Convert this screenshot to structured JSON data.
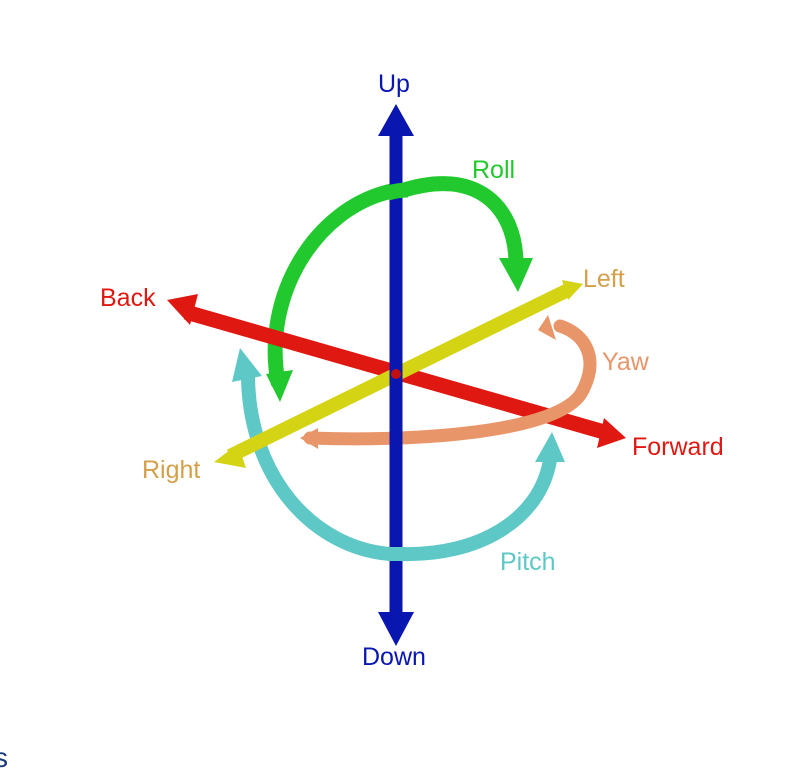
{
  "labels": {
    "up": "Up",
    "down": "Down",
    "back": "Back",
    "forward": "Forward",
    "left": "Left",
    "right": "Right",
    "roll": "Roll",
    "yaw": "Yaw",
    "pitch": "Pitch"
  },
  "colors": {
    "vertical_axis": "#0a16b0",
    "longitudinal_axis": "#e01812",
    "lateral_axis": "#d4d414",
    "roll": "#22c92e",
    "yaw": "#e8956a",
    "pitch": "#5ec8c6",
    "right_label": "#d4a04a",
    "left_label": "#d4a04a",
    "partial_text": "#1a3a7a"
  },
  "icons": {
    "up_arrow": "arrowhead-up-icon",
    "down_arrow": "arrowhead-down-icon",
    "back_arrow": "arrowhead-back-icon",
    "forward_arrow": "arrowhead-forward-icon",
    "left_arrow": "arrowhead-left-icon",
    "right_arrow": "arrowhead-right-icon",
    "roll_arrow": "roll-arrowhead-icon",
    "yaw_arrow": "yaw-arrowhead-icon",
    "pitch_arrow": "pitch-arrowhead-icon"
  },
  "cropped_text": "s"
}
